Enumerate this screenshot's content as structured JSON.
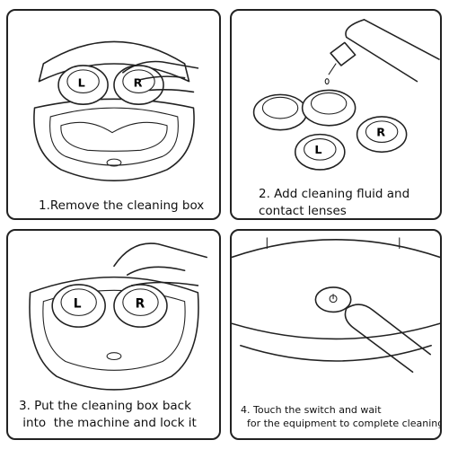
{
  "steps": [
    {
      "caption": [
        "1.Remove the cleaning box"
      ],
      "lens_left": "L",
      "lens_right": "R"
    },
    {
      "caption": [
        "2. Add cleaning fluid and",
        "contact lenses"
      ],
      "lens_left": "L",
      "lens_right": "R"
    },
    {
      "caption": [
        "3. Put the cleaning box back",
        " into  the machine and lock it"
      ],
      "lens_left": "L",
      "lens_right": "R"
    },
    {
      "caption": [
        "4. Touch the switch and wait",
        "  for the equipment to complete cleaning"
      ]
    }
  ]
}
